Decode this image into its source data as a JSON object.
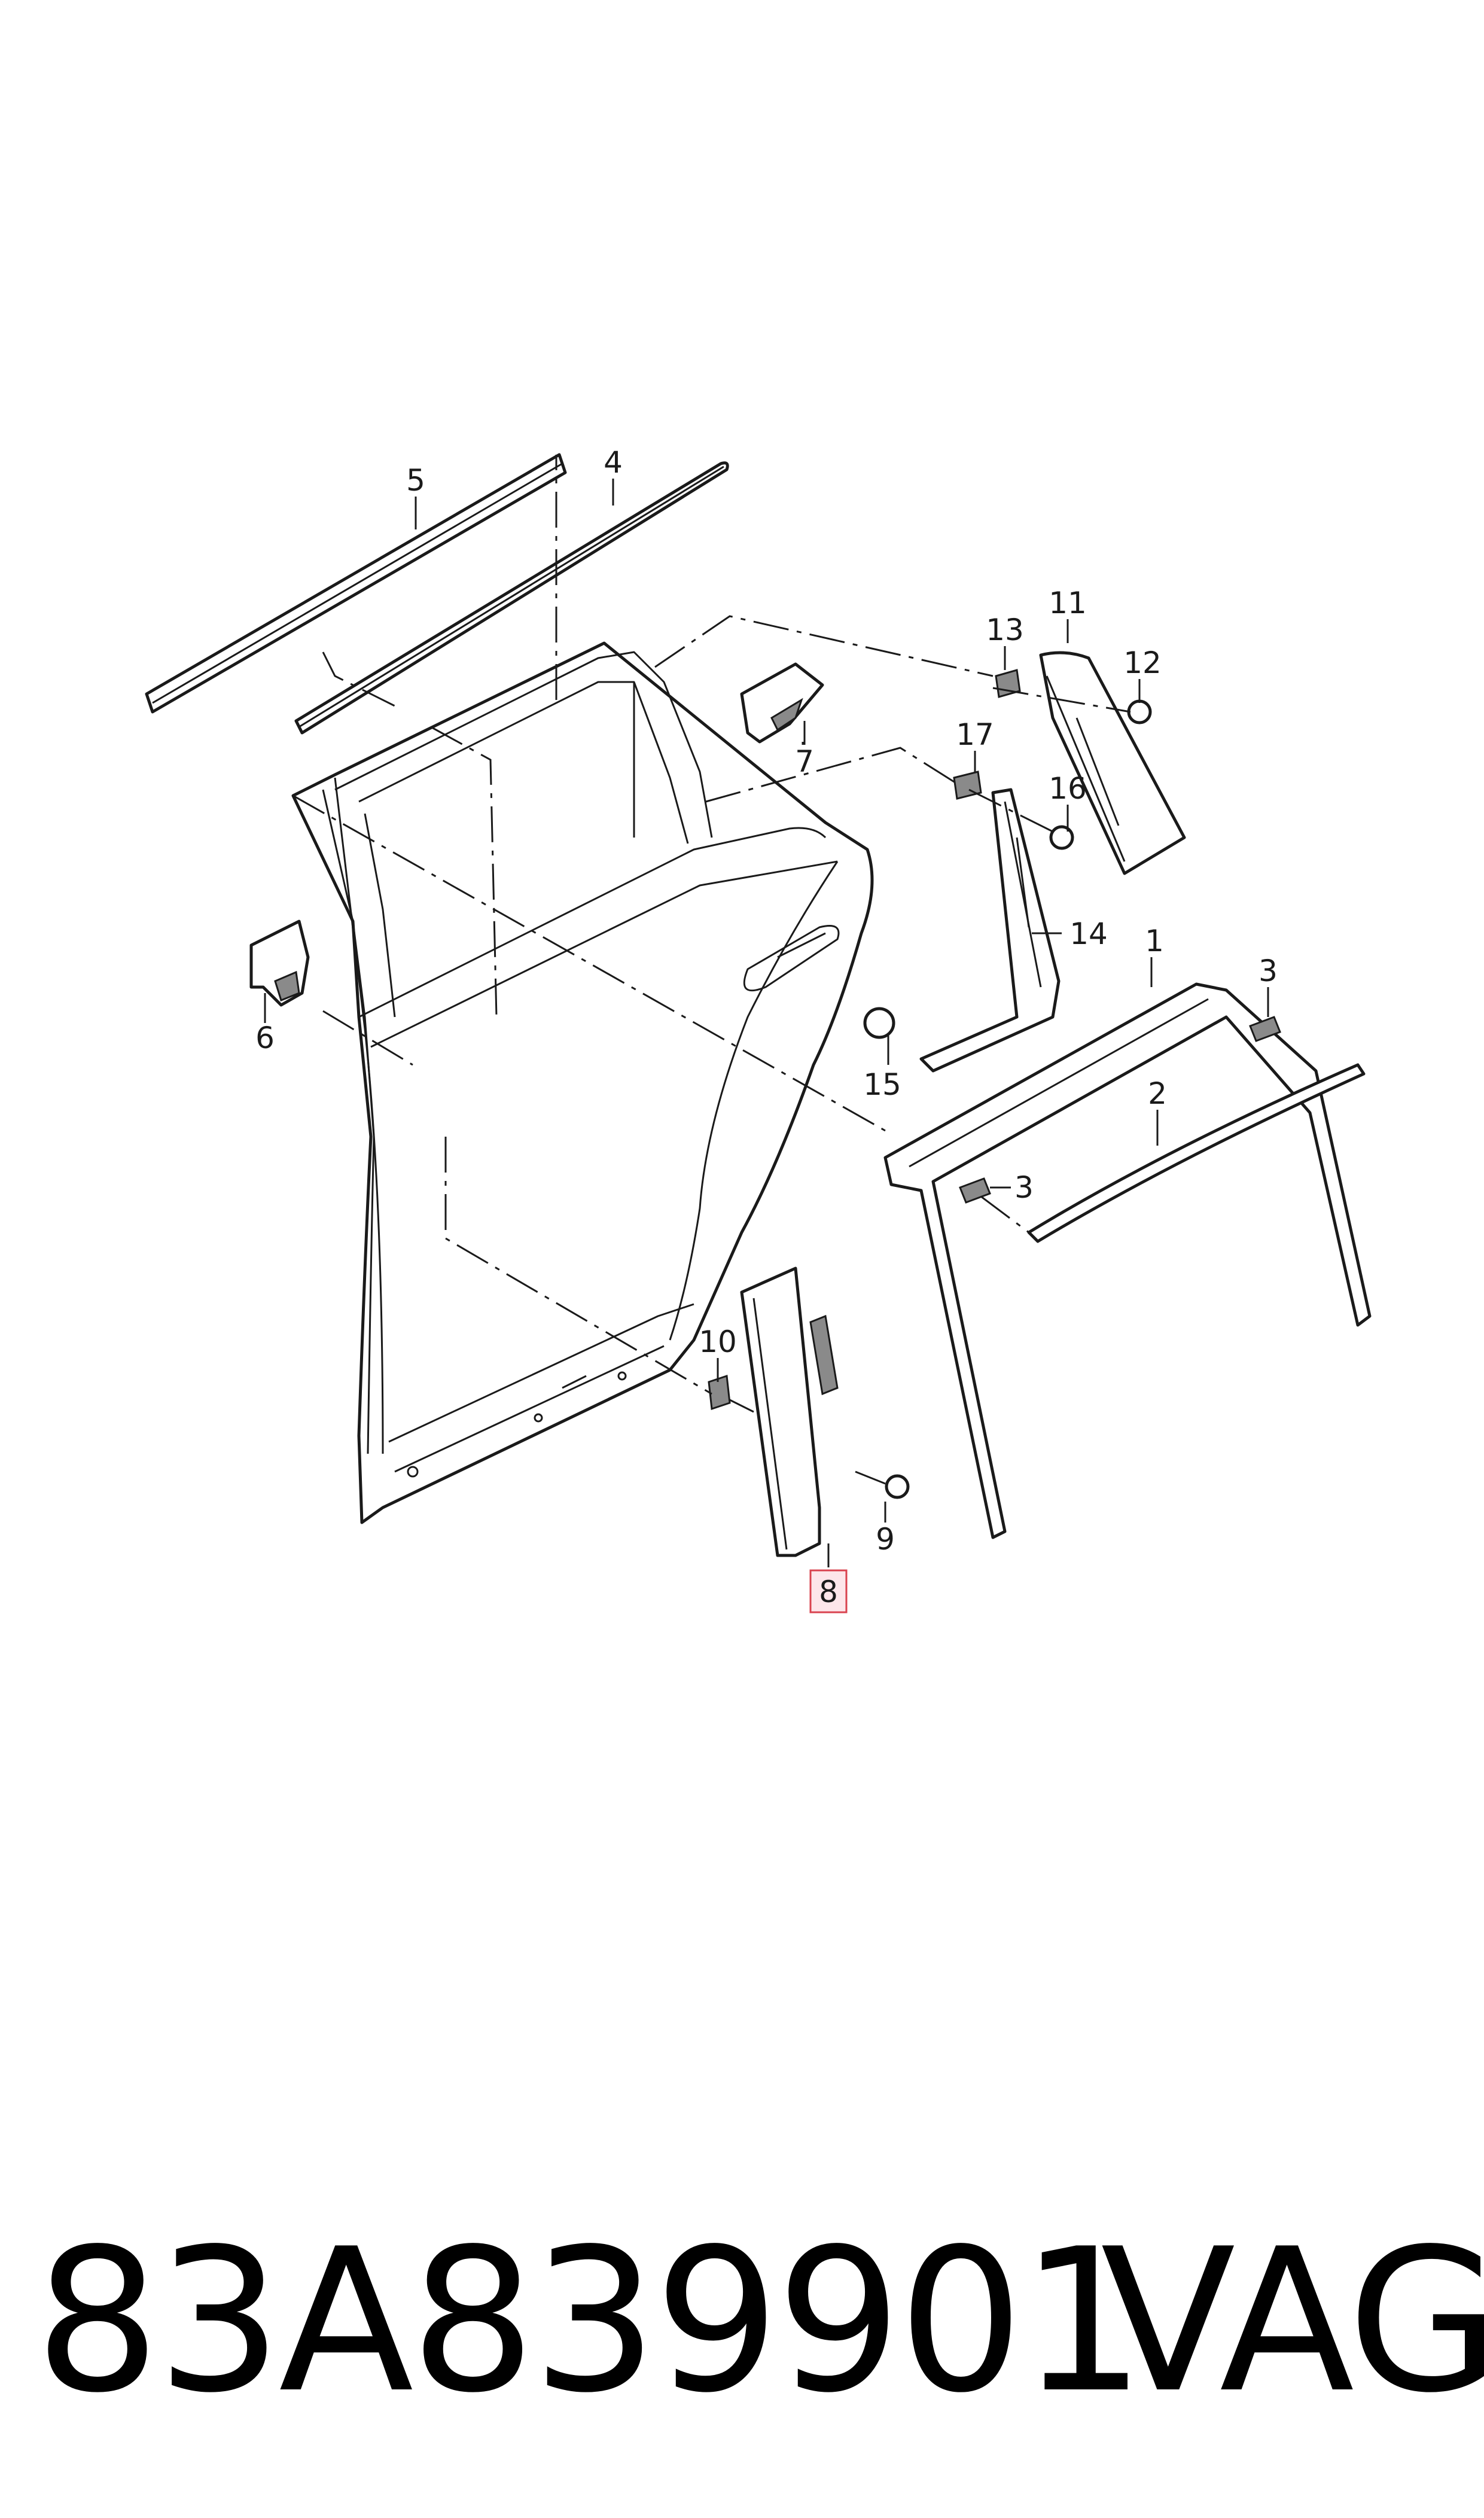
{
  "diagram": {
    "callouts": [
      {
        "id": "1",
        "label": "1"
      },
      {
        "id": "2",
        "label": "2"
      },
      {
        "id": "3a",
        "label": "3"
      },
      {
        "id": "3b",
        "label": "3"
      },
      {
        "id": "4",
        "label": "4"
      },
      {
        "id": "5",
        "label": "5"
      },
      {
        "id": "6",
        "label": "6"
      },
      {
        "id": "7",
        "label": "7"
      },
      {
        "id": "8",
        "label": "8",
        "highlighted": true
      },
      {
        "id": "9",
        "label": "9"
      },
      {
        "id": "10",
        "label": "10"
      },
      {
        "id": "11",
        "label": "11"
      },
      {
        "id": "12",
        "label": "12"
      },
      {
        "id": "13",
        "label": "13"
      },
      {
        "id": "14",
        "label": "14"
      },
      {
        "id": "15",
        "label": "15"
      },
      {
        "id": "16",
        "label": "16"
      },
      {
        "id": "17",
        "label": "17"
      }
    ],
    "highlight_color": "#d9434f"
  },
  "footer": {
    "part_number": "83A839901",
    "brand": "VAG"
  }
}
